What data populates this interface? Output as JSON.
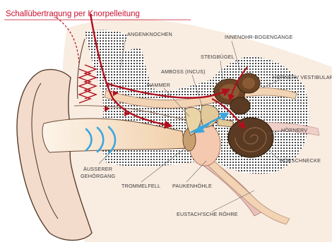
{
  "title": "Schallübertragung per Knorpelleitung",
  "labels": {
    "angenknochen": "ANGENKNOCHEN",
    "innenohr": "INNENOHR-BOGENGÄNGE",
    "steigbuegel": "STEIGBÜGEL",
    "amboss": "AMBOSS (INCUS)",
    "hammer": "HAMMER",
    "hoernerv_vestibular": "HÖRNERV VESTIBULAR",
    "hoernerv": "HÖRNERV",
    "hoerschnecke": "HÖRSCHNECKE",
    "aeusserer_1": "ÄUSSERER",
    "aeusserer_2": "GEHÖRGANG",
    "trommelfell": "TROMMELFELL",
    "paukenhoehle": "PAUKENHÖHLE",
    "eustach": "EUSTACH'SCHE RÖHRE"
  },
  "colors": {
    "title_red": "#c8102e",
    "arrow_red": "#b0101e",
    "blue_wave": "#3aa7e0",
    "bone_tan": "#f2d3b4",
    "skin": "#f7e6d8",
    "cochlea_brown": "#5a3a22",
    "pink_tube": "#eac0bc"
  }
}
